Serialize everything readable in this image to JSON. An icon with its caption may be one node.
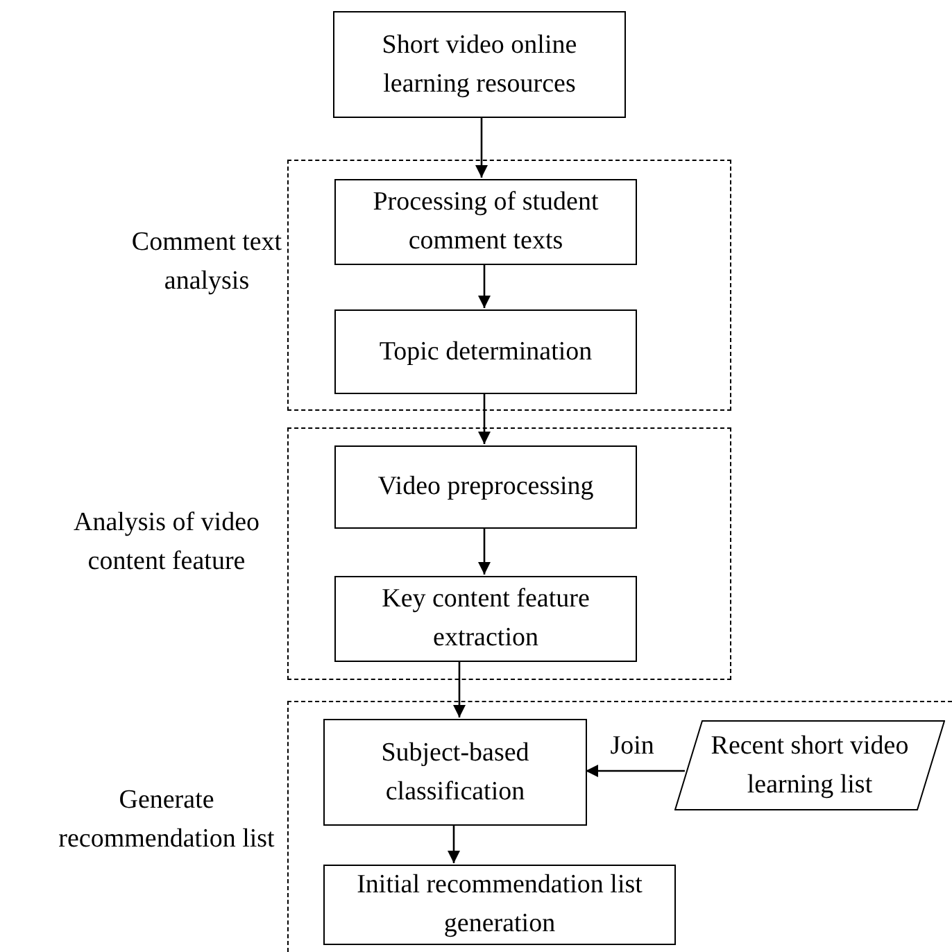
{
  "diagram": {
    "nodes": [
      {
        "text": [
          "Short video online learning resources"
        ]
      },
      {
        "text": [
          "Comment text analysis"
        ]
      },
      {
        "text": [
          "Processing of student comment texts"
        ],
        "in": 1
      },
      {
        "text": [
          "Topic determination"
        ],
        "in": 1
      },
      {
        "text": [
          "Analysis of video content feature"
        ]
      },
      {
        "text": [
          "Video preprocessing"
        ],
        "in": 4
      },
      {
        "text": [
          "Key content feature extraction"
        ],
        "in": 4
      },
      {
        "text": [
          "Generate recommendation list"
        ]
      },
      {
        "text": [
          "Subject-based classification"
        ],
        "in": 7
      },
      {
        "text": [
          "Recent short video learning list"
        ],
        "in": 7
      },
      {
        "text": [
          "Initial recommendation list generation"
        ],
        "in": 7
      }
    ],
    "edges": [
      {
        "from": 0,
        "to": 2,
        "arrow": "to"
      },
      {
        "from": 2,
        "to": 3,
        "arrow": "to"
      },
      {
        "from": 3,
        "to": 5,
        "arrow": "to"
      },
      {
        "from": 5,
        "to": 6,
        "arrow": "to"
      },
      {
        "from": 6,
        "to": 8,
        "arrow": "to"
      },
      {
        "from": 9,
        "to": 8,
        "arrow": "to",
        "label": "Join"
      },
      {
        "from": 8,
        "to": 10,
        "arrow": "to"
      }
    ]
  }
}
